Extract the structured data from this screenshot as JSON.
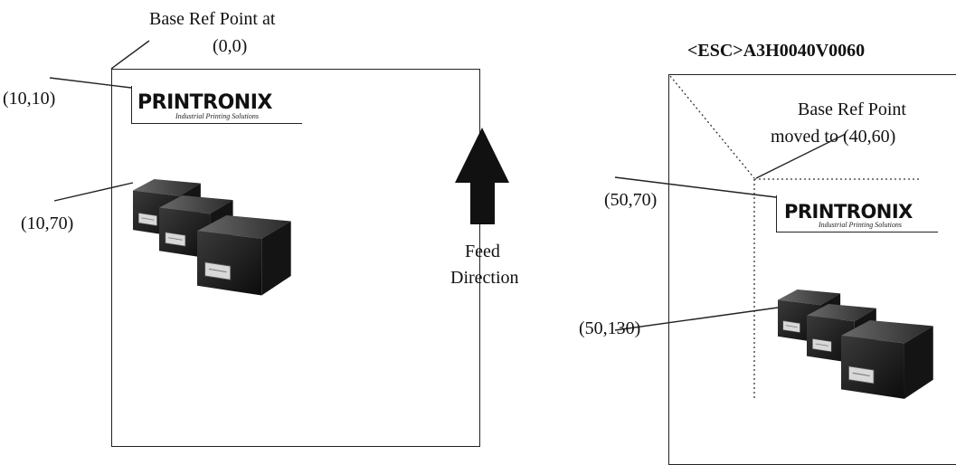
{
  "left_page": {
    "base_ref_label_line1": "Base Ref Point at",
    "base_ref_label_line2": "(0,0)",
    "coord_logo": "(10,10)",
    "coord_printer": "(10,70)",
    "logo_text": "PRINTRONIX",
    "logo_tagline": "Industrial Printing Solutions"
  },
  "center": {
    "feed_line1": "Feed",
    "feed_line2": "Direction",
    "arrow_icon": "up-arrow-icon"
  },
  "right_page": {
    "command": "<ESC>A3H0040V0060",
    "base_ref_label_line1": "Base Ref Point",
    "base_ref_label_line2": "moved to (40,60)",
    "coord_logo": "(50,70)",
    "coord_printer": "(50,130)",
    "logo_text": "PRINTRONIX",
    "logo_tagline": "Industrial Printing Solutions"
  }
}
